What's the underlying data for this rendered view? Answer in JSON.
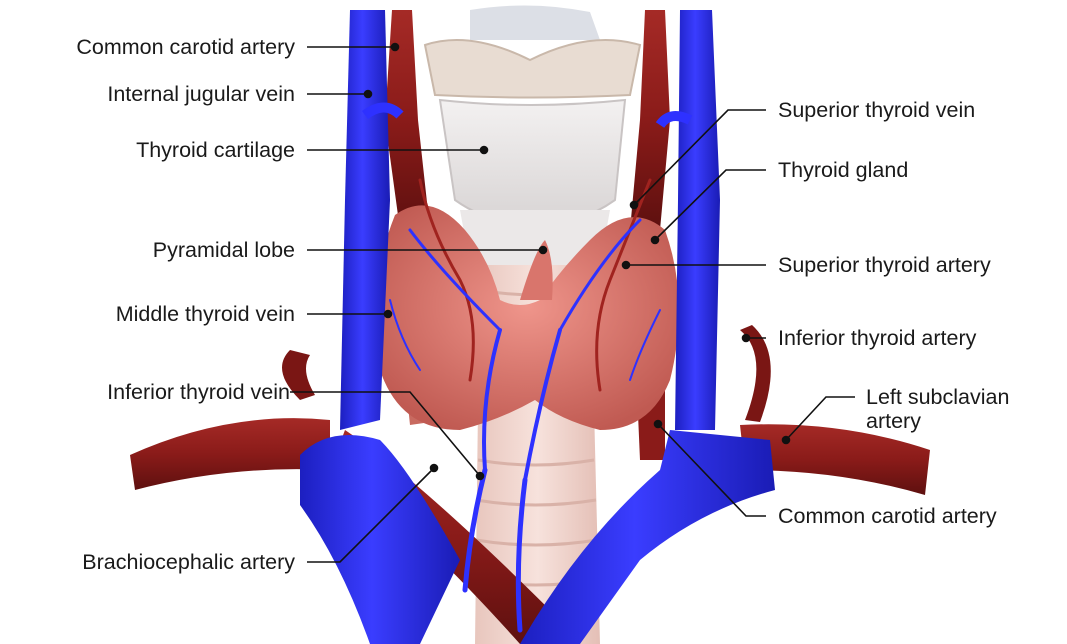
{
  "colors": {
    "vein": "#2b2ee8",
    "artery": "#8e1d1b",
    "gland": "#d9756c",
    "cartilage": "#e6e3e3",
    "trachea": "#f0d2cb",
    "leader": "#111111"
  },
  "labels_left": [
    {
      "text": "Common carotid artery"
    },
    {
      "text": "Internal jugular vein"
    },
    {
      "text": "Thyroid cartilage"
    },
    {
      "text": "Pyramidal lobe"
    },
    {
      "text": "Middle thyroid vein"
    },
    {
      "text": "Inferior thyroid vein"
    },
    {
      "text": "Brachiocephalic artery"
    }
  ],
  "labels_right": [
    {
      "text": "Superior thyroid vein"
    },
    {
      "text": "Thyroid gland"
    },
    {
      "text": "Superior thyroid artery"
    },
    {
      "text": "Inferior thyroid artery"
    },
    {
      "text": "Left subclavian artery"
    },
    {
      "text": "Common carotid artery"
    }
  ]
}
